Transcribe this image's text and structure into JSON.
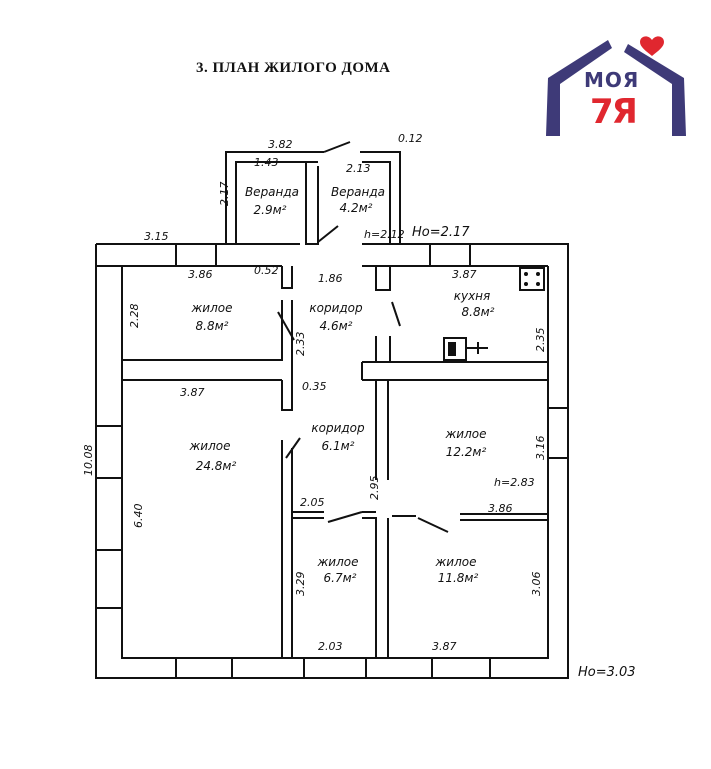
{
  "title": "3. ПЛАН ЖИЛОГО ДОМА",
  "logo": {
    "word": "МОЯ",
    "mark": "7Я",
    "heart_color": "#e0272f",
    "roof_color": "#3e3a78"
  },
  "rooms": [
    {
      "id": "veranda-small",
      "name": "Веранда",
      "area": "2.9м²"
    },
    {
      "id": "veranda-large",
      "name": "Веранда",
      "area": "4.2м²"
    },
    {
      "id": "living-top-left",
      "name": "жилое",
      "area": "8.8м²"
    },
    {
      "id": "corridor-top",
      "name": "коридор",
      "area": "4.6м²"
    },
    {
      "id": "kitchen",
      "name": "кухня",
      "area": "8.8м²"
    },
    {
      "id": "living-large",
      "name": "жилое",
      "area": "24.8м²"
    },
    {
      "id": "corridor-mid",
      "name": "коридор",
      "area": "6.1м²"
    },
    {
      "id": "living-right-mid",
      "name": "жилое",
      "area": "12.2м²"
    },
    {
      "id": "living-small",
      "name": "жилое",
      "area": "6.7м²"
    },
    {
      "id": "living-bottom-right",
      "name": "жилое",
      "area": "11.8м²"
    }
  ],
  "dimensions": {
    "d1": "3.82",
    "d2": "1.43",
    "d3": "2.13",
    "d4": "0.12",
    "d5": "2.17",
    "d6": "3.15",
    "d7": "h=2.12",
    "d8": "Hо=2.17",
    "d9": "3.86",
    "d10": "0.52",
    "d11": "1.86",
    "d12": "3.87",
    "d13": "2.28",
    "d14": "2.33",
    "d15": "2.35",
    "d16": "3.87",
    "d17": "0.35",
    "d18": "10.08",
    "d19": "6.40",
    "d20": "3.16",
    "d21": "h=2.83",
    "d22": "2.05",
    "d23": "2.95",
    "d24": "3.86",
    "d25": "3.29",
    "d26": "3.06",
    "d27": "2.03",
    "d28": "3.87",
    "d29": "Hо=3.03"
  }
}
